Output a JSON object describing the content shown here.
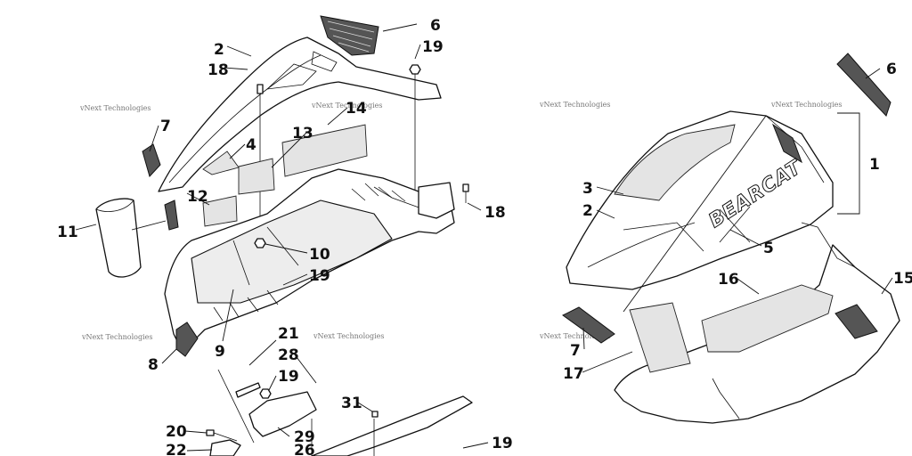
{
  "diagram": {
    "brand_decal": "BEARCAT",
    "watermark": "vNext Technologies",
    "callouts": [
      {
        "id": "c2-left",
        "text": "2"
      },
      {
        "id": "c18-left",
        "text": "18"
      },
      {
        "id": "c6-left",
        "text": "6"
      },
      {
        "id": "c19-top",
        "text": "19"
      },
      {
        "id": "c14",
        "text": "14"
      },
      {
        "id": "c7-left",
        "text": "7"
      },
      {
        "id": "c13",
        "text": "13"
      },
      {
        "id": "c4",
        "text": "4"
      },
      {
        "id": "c12",
        "text": "12"
      },
      {
        "id": "c18-right",
        "text": "18"
      },
      {
        "id": "c11",
        "text": "11"
      },
      {
        "id": "c10",
        "text": "10"
      },
      {
        "id": "c19-mid",
        "text": "19"
      },
      {
        "id": "c9",
        "text": "9"
      },
      {
        "id": "c8",
        "text": "8"
      },
      {
        "id": "c21",
        "text": "21"
      },
      {
        "id": "c28",
        "text": "28"
      },
      {
        "id": "c19-low",
        "text": "19"
      },
      {
        "id": "c31",
        "text": "31"
      },
      {
        "id": "c20",
        "text": "20"
      },
      {
        "id": "c29",
        "text": "29"
      },
      {
        "id": "c22",
        "text": "22"
      },
      {
        "id": "c26",
        "text": "26"
      },
      {
        "id": "c19-bottom",
        "text": "19"
      },
      {
        "id": "c6-right",
        "text": "6"
      },
      {
        "id": "c1",
        "text": "1"
      },
      {
        "id": "c3",
        "text": "3"
      },
      {
        "id": "c2-right",
        "text": "2"
      },
      {
        "id": "c5",
        "text": "5"
      },
      {
        "id": "c16",
        "text": "16"
      },
      {
        "id": "c15",
        "text": "15"
      },
      {
        "id": "c7-right",
        "text": "7"
      },
      {
        "id": "c17",
        "text": "17"
      }
    ]
  }
}
